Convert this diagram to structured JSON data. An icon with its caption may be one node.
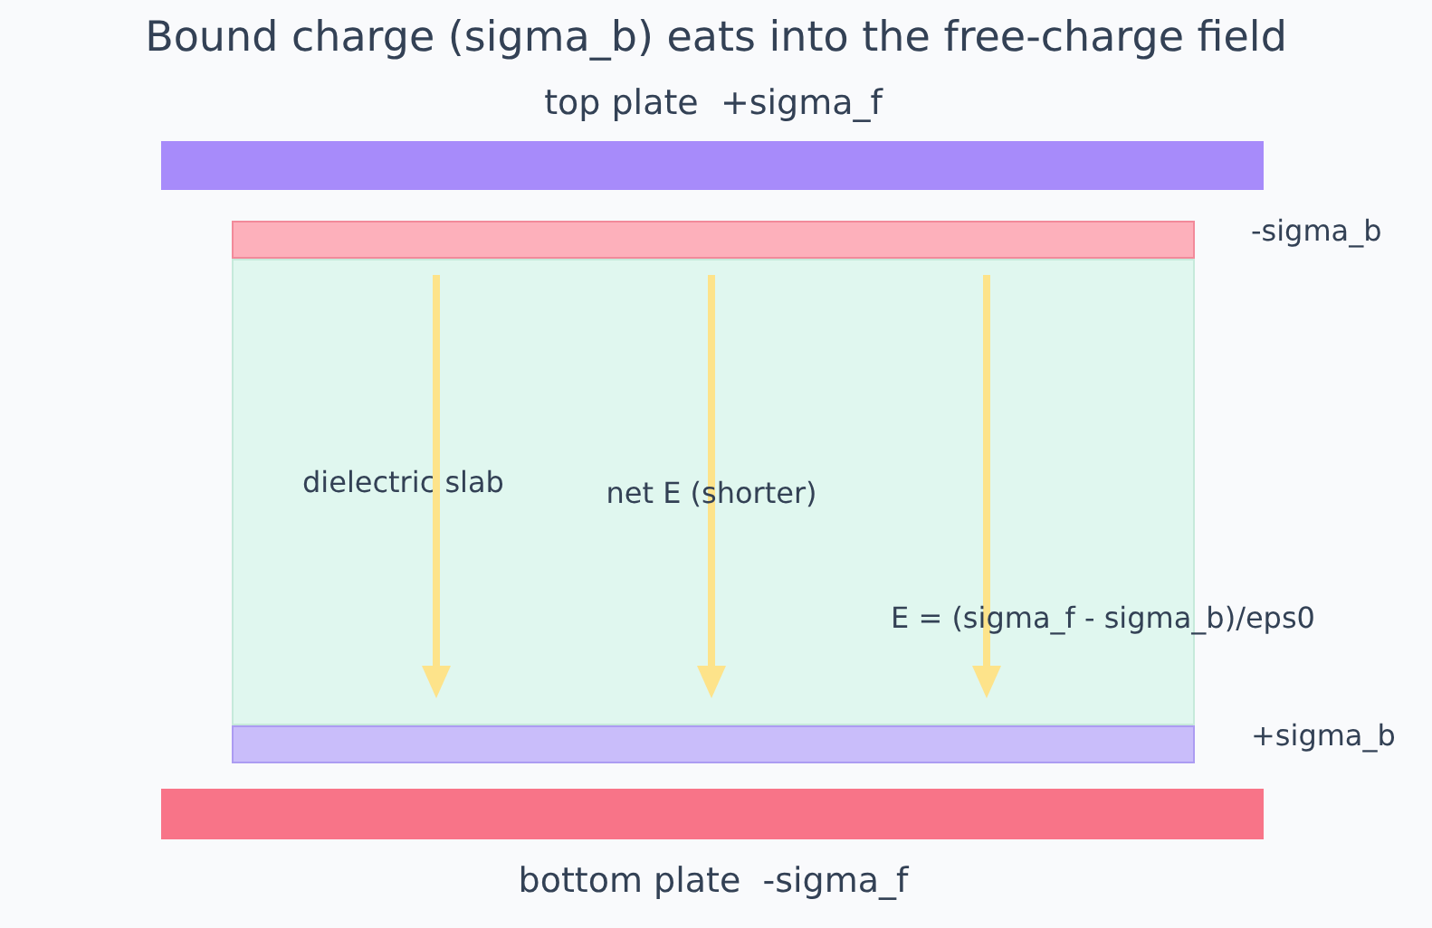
{
  "diagram": {
    "title": "Bound charge (sigma_b) eats into the free-charge field",
    "nodes": [
      {
        "text": [
          "top plate  +sigma_f"
        ]
      },
      {
        "text": [
          "-sigma_b"
        ]
      },
      {
        "text": [
          "dielectric slab"
        ]
      },
      {
        "text": [
          "+sigma_b"
        ]
      },
      {
        "text": [
          "bottom plate  -sigma_f"
        ]
      }
    ],
    "labels": [
      "net E (shorter)",
      "E = (sigma_f - sigma_b)/eps0"
    ]
  }
}
